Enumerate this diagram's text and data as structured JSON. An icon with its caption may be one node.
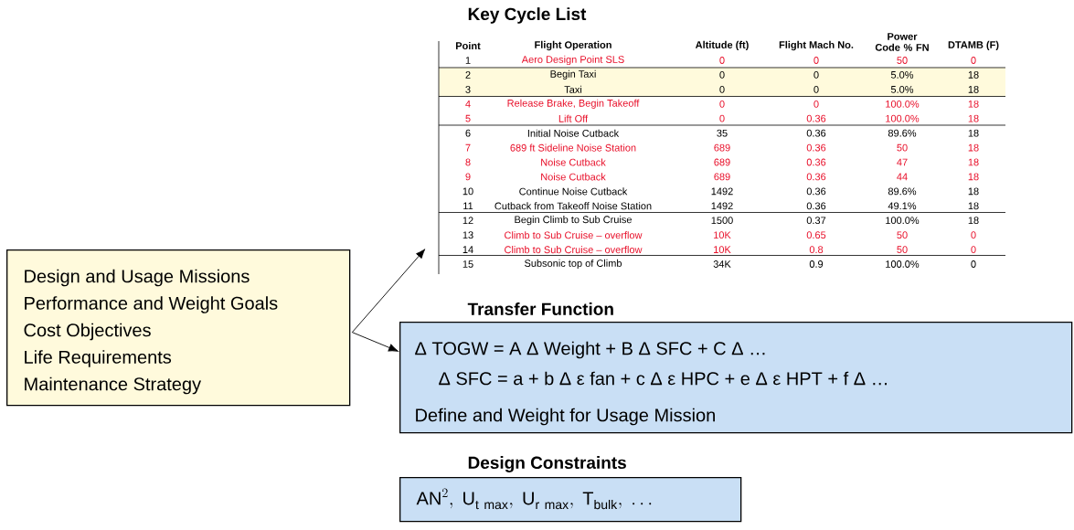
{
  "diagram": {
    "nodes": [
      {
        "text": [
          "Design and Usage Missions",
          "Performance and Weight Goals",
          "Cost Objectives",
          "Life Requirements",
          "Maintenance Strategy"
        ]
      },
      {
        "text": [
          "Key Cycle List"
        ]
      },
      {
        "text": [
          "Transfer Function",
          "Δ TOGW =  A Δ Weight + B Δ SFC + C Δ …",
          "Δ SFC = a + b Δ ε  fan + c Δ ε HPC + e Δ ε HPT + f Δ …",
          "Define and Weight for Usage Mission"
        ]
      },
      {
        "text": [
          "Design Constraints",
          "\\mathrm{AN}^{2}\\mathrm{,\\ U}_{\\mathrm{t\\ max}}\\mathrm{,\\ U}_{\\mathrm{r\\ max}}\\mathrm{,\\ T}_{\\mathrm{bulk}}\\mathrm{,}\\ \\ldots"
        ]
      }
    ],
    "edges": [
      {
        "from": 0,
        "to": 1,
        "arrow": "to"
      },
      {
        "from": 0,
        "to": 2,
        "arrow": "to"
      }
    ],
    "labels": [
      "Point",
      "Flight Operation",
      "Altitude (ft)",
      "Flight Mach No.",
      "Power Code % FN",
      "DTAMB (F)",
      "1",
      "Aero Design Point SLS",
      "0",
      "0",
      "50",
      "0",
      "2",
      "Begin Taxi",
      "0",
      "0",
      "5.0%",
      "18",
      "3",
      "Taxi",
      "0",
      "0",
      "5.0%",
      "18",
      "4",
      "Release Brake, Begin Takeoff",
      "0",
      "0",
      "100.0%",
      "18",
      "5",
      "Lift Off",
      "0",
      "0.36",
      "100.0%",
      "18",
      "6",
      "Initial Noise Cutback",
      "35",
      "0.36",
      "89.6%",
      "18",
      "7",
      "689 ft Sideline Noise Station",
      "689",
      "0.36",
      "50",
      "18",
      "8",
      "Noise Cutback",
      "689",
      "0.36",
      "47",
      "18",
      "9",
      "Noise Cutback",
      "689",
      "0.36",
      "44",
      "18",
      "10",
      "Continue Noise Cutback",
      "1492",
      "0.36",
      "89.6%",
      "18",
      "11",
      "Cutback from Takeoff Noise Station",
      "1492",
      "0.36",
      "49.1%",
      "18",
      "12",
      "Begin Climb to Sub Cruise",
      "1500",
      "0.37",
      "100.0%",
      "18",
      "13",
      "Climb to Sub Cruise – overflow",
      "10K",
      "0.65",
      "50",
      "0",
      "14",
      "Climb to Sub Cruise – overflow",
      "10K",
      "0.8",
      "50",
      "0",
      "15",
      "Subsonic top of Climb",
      "34K",
      "0.9",
      "100.0%",
      "0"
    ]
  }
}
